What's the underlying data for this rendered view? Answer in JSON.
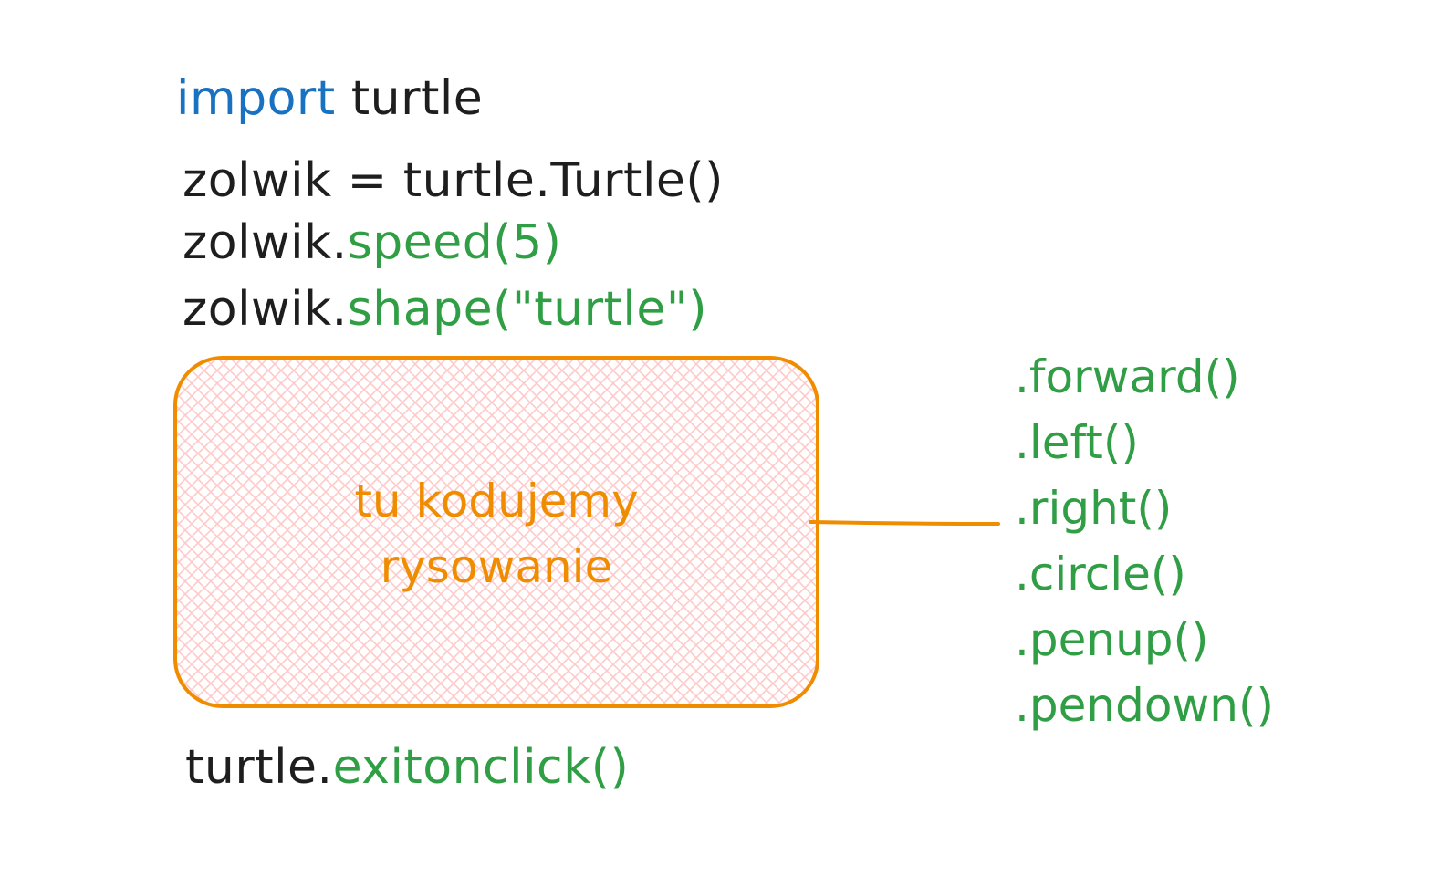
{
  "code": {
    "import_keyword": "import",
    "import_module": "turtle",
    "create_line": "zolwik = turtle.Turtle()",
    "speed_object": "zolwik.",
    "speed_call": "speed(5)",
    "shape_object": "zolwik.",
    "shape_call": "shape(\"turtle\")",
    "exit_object": "turtle.",
    "exit_call": "exitonclick()"
  },
  "box": {
    "label_line1": "tu kodujemy",
    "label_line2": "rysowanie"
  },
  "methods": [
    ".forward()",
    ".left()",
    ".right()",
    ".circle()",
    ".penup()",
    ".pendown()"
  ],
  "colors": {
    "keyword": "#1971c2",
    "text": "#1e1e1e",
    "method_call": "#2f9e44",
    "box_stroke": "#f08c00",
    "box_hatch": "#ffc9c9"
  }
}
